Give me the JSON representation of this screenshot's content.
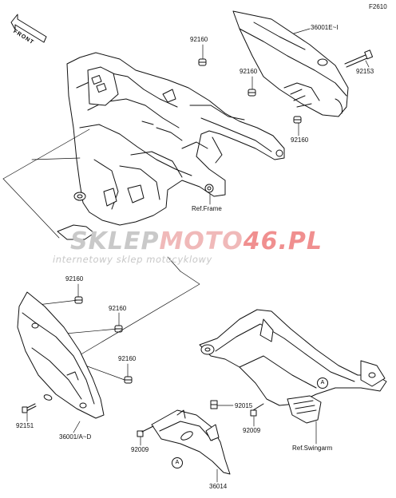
{
  "diagram_code": "F2610",
  "front_label": "FRONT",
  "watermark": {
    "part1": "SKLEP",
    "part2": "MOTO",
    "part3": "46.PL",
    "subtitle": "internetowy sklep motocyklowy"
  },
  "callout_letter": "A",
  "parts": {
    "p36001E": "36001E~I",
    "p92160_a": "92160",
    "p92160_b": "92160",
    "p92160_c": "92160",
    "p92160_d": "92160",
    "p92160_e": "92160",
    "p92160_f": "92160",
    "p92153": "92153",
    "p92151": "92151",
    "p36001A": "36001/A~D",
    "p92015": "92015",
    "p92009_a": "92009",
    "p92009_b": "92009",
    "p36014": "36014"
  },
  "references": {
    "frame": "Ref.Frame",
    "swingarm": "Ref.Swingarm"
  }
}
